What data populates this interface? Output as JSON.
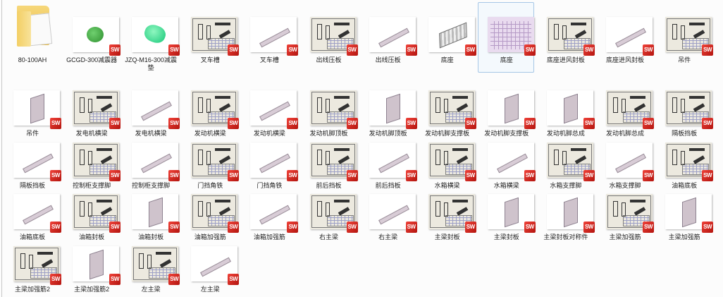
{
  "colors": {
    "background": "#fcfcfc",
    "selection_border": "#a7c7e6",
    "sw_badge": "#d42a22"
  },
  "badge_text": "SW",
  "items": [
    {
      "label": "80-100AH",
      "type": "folder"
    },
    {
      "label": "GCGD-300减震器",
      "type": "green"
    },
    {
      "label": "JZQ-M16-300减震垫",
      "type": "cyan"
    },
    {
      "label": "叉车槽",
      "type": "drawing"
    },
    {
      "label": "叉车槽",
      "type": "model"
    },
    {
      "label": "出线压板",
      "type": "drawing"
    },
    {
      "label": "出线压板",
      "type": "model"
    },
    {
      "label": "底座",
      "type": "base"
    },
    {
      "label": "底座",
      "type": "purple",
      "selected": true
    },
    {
      "label": "底座进风封板",
      "type": "drawing"
    },
    {
      "label": "底座进风封板",
      "type": "model"
    },
    {
      "label": "吊件",
      "type": "drawing"
    },
    {
      "label": "吊件",
      "type": "plate"
    },
    {
      "label": "发电机横梁",
      "type": "drawing"
    },
    {
      "label": "发电机横梁",
      "type": "model"
    },
    {
      "label": "发动机横梁",
      "type": "drawing"
    },
    {
      "label": "发动机横梁",
      "type": "model"
    },
    {
      "label": "发动机脚顶板",
      "type": "drawing"
    },
    {
      "label": "发动机脚顶板",
      "type": "plate"
    },
    {
      "label": "发动机脚支撑板",
      "type": "drawing"
    },
    {
      "label": "发动机脚支撑板",
      "type": "plate"
    },
    {
      "label": "发动机脚总成",
      "type": "plate"
    },
    {
      "label": "发动机脚总成",
      "type": "drawing"
    },
    {
      "label": "隔板挡板",
      "type": "drawing"
    },
    {
      "label": "隔板挡板",
      "type": "model"
    },
    {
      "label": "控制柜支撑脚",
      "type": "drawing"
    },
    {
      "label": "控制柜支撑脚",
      "type": "model"
    },
    {
      "label": "门挡角铁",
      "type": "drawing"
    },
    {
      "label": "门挡角铁",
      "type": "model"
    },
    {
      "label": "前后挡板",
      "type": "drawing"
    },
    {
      "label": "前后挡板",
      "type": "model"
    },
    {
      "label": "水箱横梁",
      "type": "drawing"
    },
    {
      "label": "水箱横梁",
      "type": "model"
    },
    {
      "label": "水箱支撑脚",
      "type": "drawing"
    },
    {
      "label": "水箱支撑脚",
      "type": "model"
    },
    {
      "label": "油箱底板",
      "type": "drawing"
    },
    {
      "label": "油箱底板",
      "type": "model"
    },
    {
      "label": "油箱封板",
      "type": "drawing"
    },
    {
      "label": "油箱封板",
      "type": "plate"
    },
    {
      "label": "油箱加强筋",
      "type": "drawing"
    },
    {
      "label": "油箱加强筋",
      "type": "model"
    },
    {
      "label": "右主梁",
      "type": "drawing"
    },
    {
      "label": "右主梁",
      "type": "model"
    },
    {
      "label": "主梁封板",
      "type": "drawing"
    },
    {
      "label": "主梁封板",
      "type": "plate"
    },
    {
      "label": "主梁封板对称件",
      "type": "plate"
    },
    {
      "label": "主梁加强筋",
      "type": "drawing"
    },
    {
      "label": "主梁加强筋",
      "type": "plate"
    },
    {
      "label": "主梁加强筋2",
      "type": "drawing"
    },
    {
      "label": "主梁加强筋2",
      "type": "plate"
    },
    {
      "label": "左主梁",
      "type": "drawing"
    },
    {
      "label": "左主梁",
      "type": "model"
    }
  ]
}
